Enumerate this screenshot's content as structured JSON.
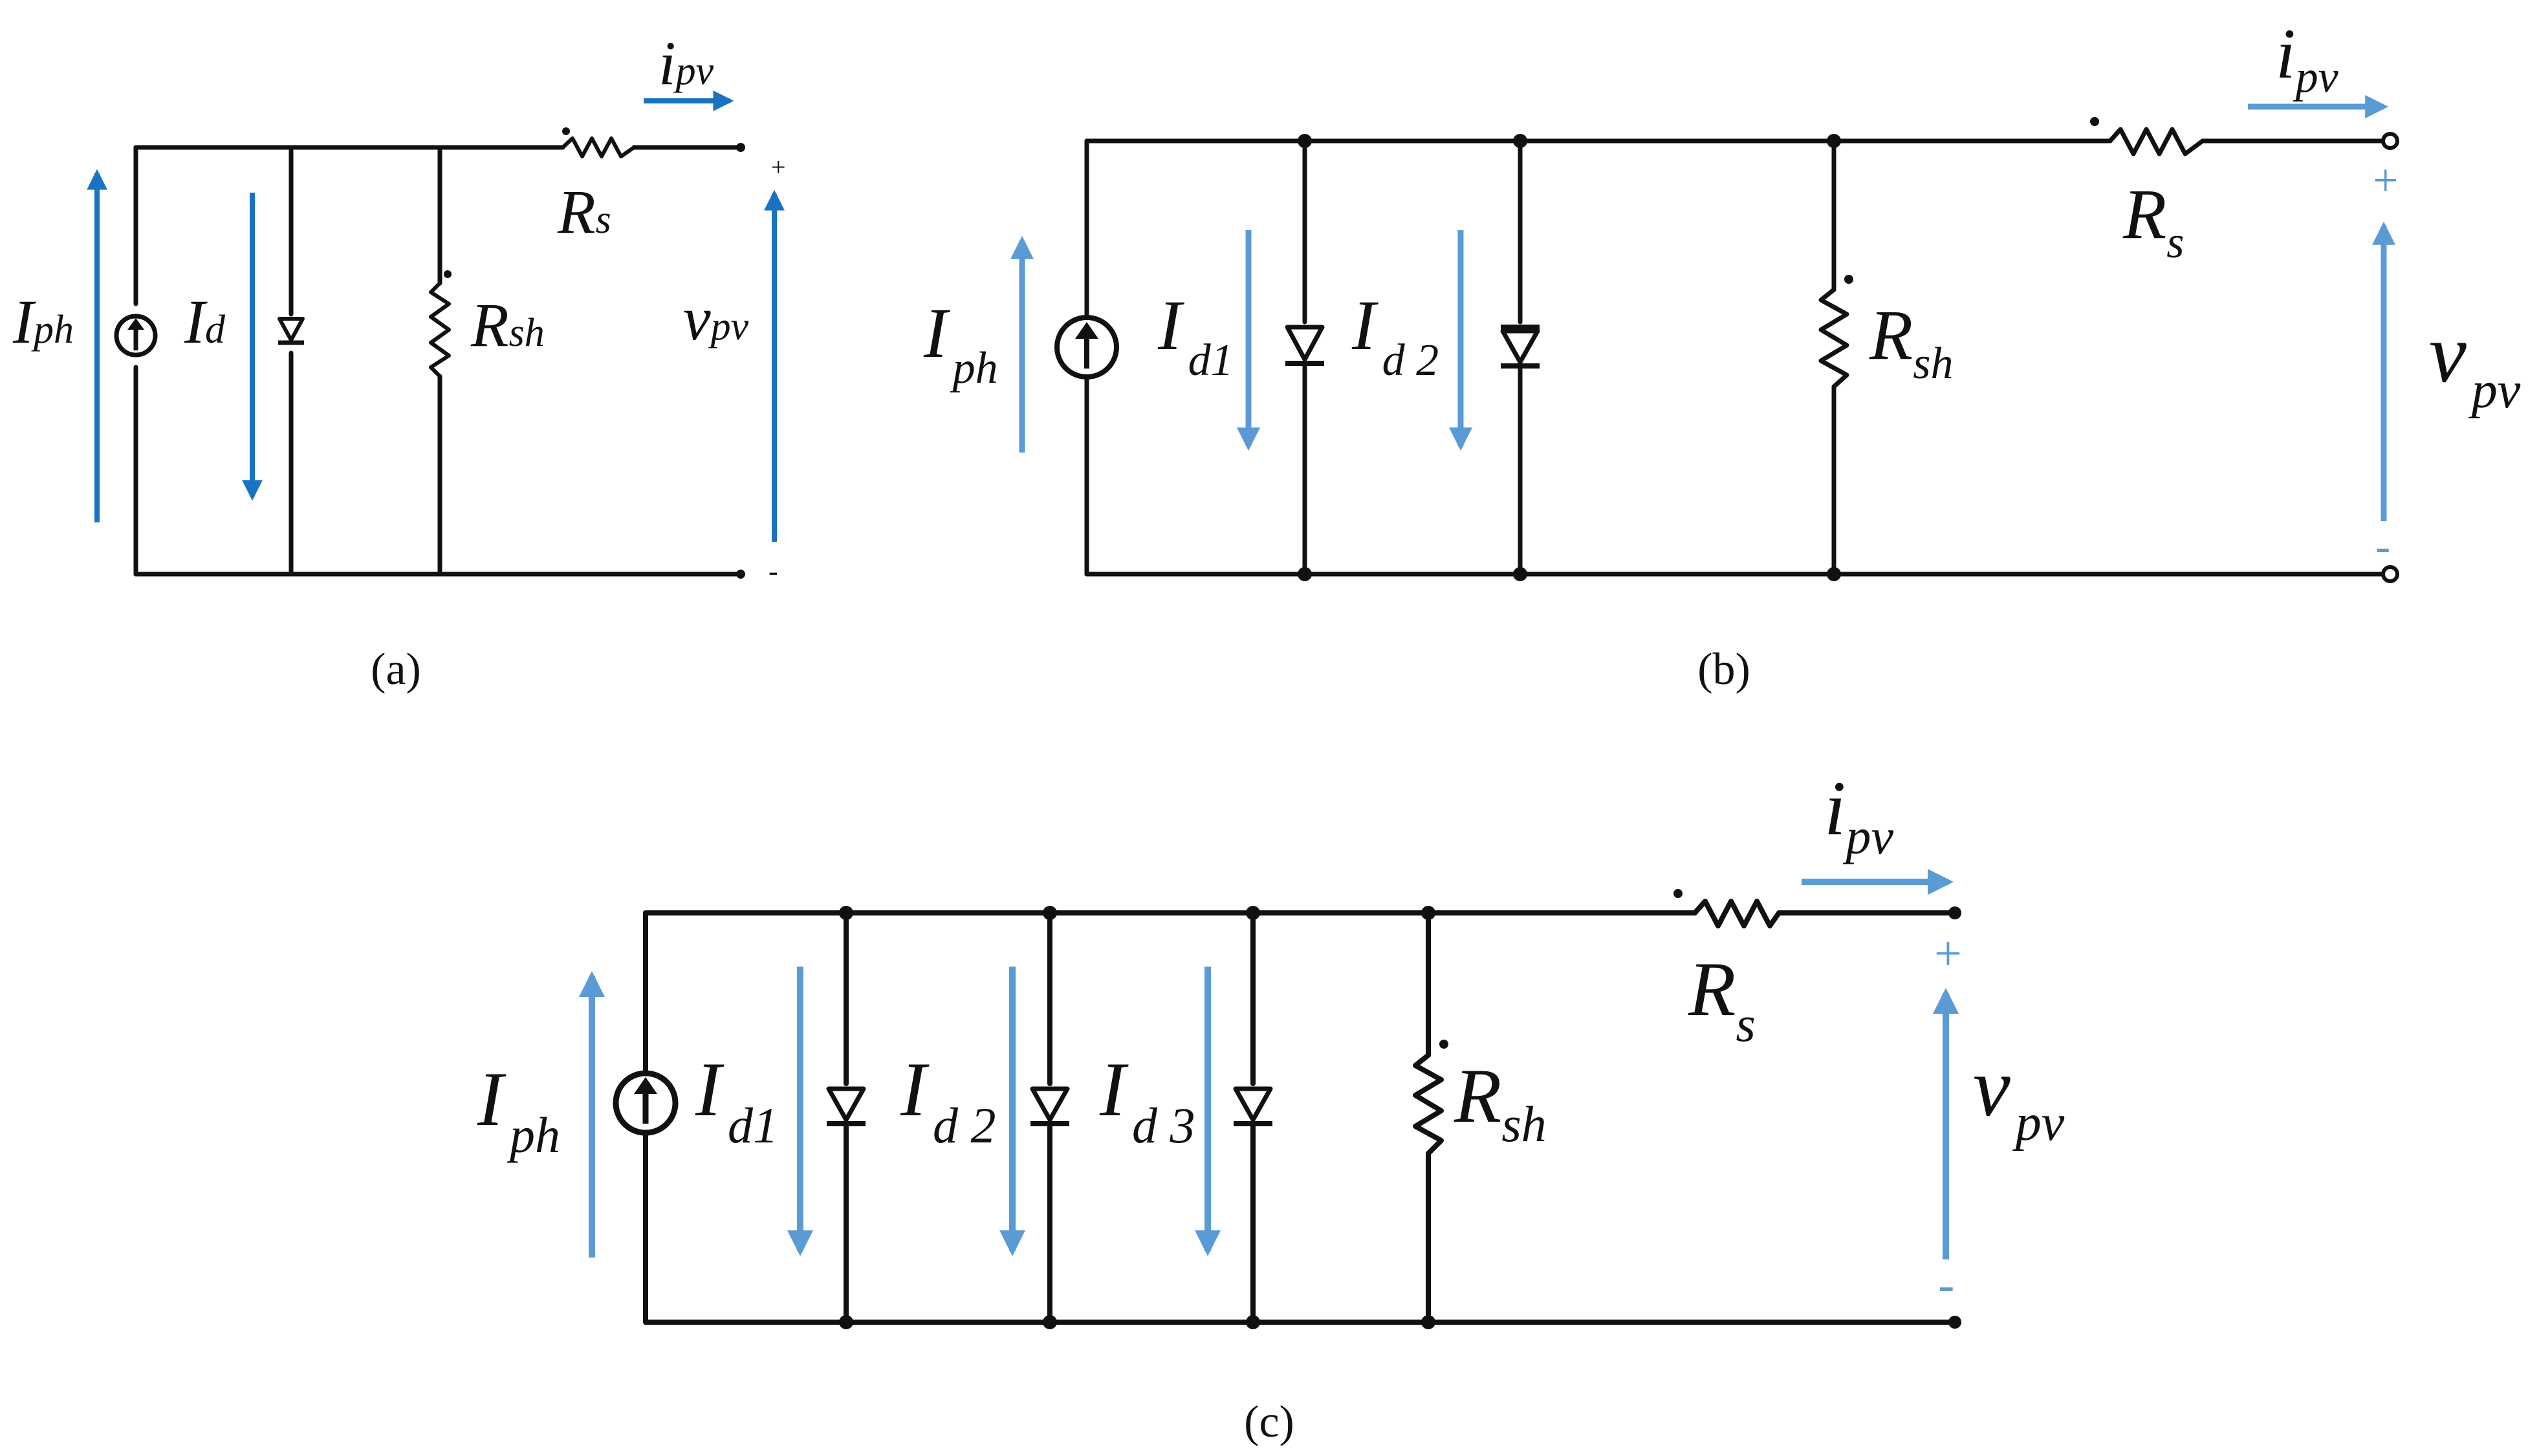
{
  "colors": {
    "wire": "#111111",
    "arrow_a": "#1a73c2",
    "arrow_bc": "#5b9bd5",
    "background": "#ffffff"
  },
  "panels": {
    "a": {
      "caption": "(a)",
      "labels": {
        "iph": "I",
        "iph_sub": "ph",
        "id": "I",
        "id_sub": "d",
        "rsh": "R",
        "rsh_sub": "sh",
        "rs": "R",
        "rs_sub": "s",
        "ipv": "i",
        "ipv_sub": "pv",
        "vpv": "v",
        "vpv_sub": "pv",
        "plus": "+",
        "minus": "-"
      }
    },
    "b": {
      "caption": "(b)",
      "labels": {
        "iph": "I",
        "iph_sub": "ph",
        "id1": "I",
        "id1_sub": "d1",
        "id2": "I",
        "id2_sub": "d 2",
        "rsh": "R",
        "rsh_sub": "sh",
        "rs": "R",
        "rs_sub": "s",
        "ipv": "i",
        "ipv_sub": "pv",
        "vpv": "v",
        "vpv_sub": "pv",
        "plus": "+",
        "minus": "-"
      }
    },
    "c": {
      "caption": "(c)",
      "labels": {
        "iph": "I",
        "iph_sub": "ph",
        "id1": "I",
        "id1_sub": "d1",
        "id2": "I",
        "id2_sub": "d 2",
        "id3": "I",
        "id3_sub": "d 3",
        "rsh": "R",
        "rsh_sub": "sh",
        "rs": "R",
        "rs_sub": "s",
        "ipv": "i",
        "ipv_sub": "pv",
        "vpv": "v",
        "vpv_sub": "pv",
        "plus": "+",
        "minus": "-"
      }
    }
  }
}
